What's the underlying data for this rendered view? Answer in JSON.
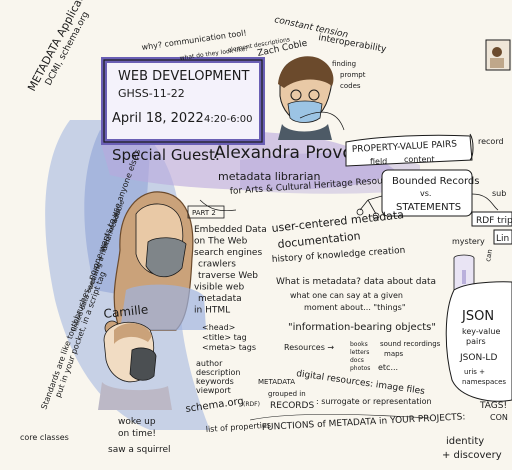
{
  "colors": {
    "paper": "#f9f6ee",
    "ink": "#1b1b1b",
    "blue_pencil": "#7a93cf",
    "purple_pencil": "#8b7bc4",
    "lilac_pencil": "#b9a9de",
    "skin": "#e9c9a6",
    "hair_brown": "#6b4a2c",
    "hair_light": "#caa27a",
    "mask_grey": "#7f8589",
    "mask_blue": "#9cc4e4",
    "lips_red": "#d9534f"
  },
  "header": {
    "maps_line1": "METADATA Application Profiles (MAPs)",
    "maps_line2": "DCMI, schema.org",
    "why_note": "why? communication tool!",
    "what_look": "what do they look like?",
    "element_desc": "element descriptions",
    "constant_tension": "constant tension",
    "interop": "interoperability",
    "zach": "Zach Coble",
    "finding": "finding",
    "prompt": "prompt",
    "codes": "codes"
  },
  "board": {
    "line1": "WEB DEVELOPMENT",
    "line2": "GHSS-11-22",
    "date": "April 18, 2022",
    "time": "4:20-6:00"
  },
  "guest": {
    "label": "Special Guest:",
    "name": "Alexandra Provo",
    "role": "metadata librarian",
    "dept": "for Arts & Cultural Heritage Resources"
  },
  "left_vertical": {
    "standards": "Standards are like toothbrushes... no one wants to use anyone else's",
    "put_in": "put in your pocket, in a script tag",
    "core": "core classes",
    "linked": "linked data uses URI → \"Web\" of data",
    "human": "wearing a human-readable"
  },
  "part2": {
    "tag": "PART 2",
    "lines": [
      "Embedded Data",
      "on The Web",
      "search engines",
      "crawlers",
      "traverse Web",
      "visible web",
      "metadata",
      "in HTML"
    ],
    "head_tags": [
      "<head>",
      "<title> tag",
      "<meta> tags"
    ],
    "meta_fields": [
      "author",
      "description",
      "keywords",
      "viewport"
    ],
    "schema": "schema.org",
    "list_props": "list of properties",
    "rdf_note": "(RDF)"
  },
  "people": {
    "camille": "Camille",
    "woke_up": "woke up",
    "on_time": "on time!",
    "squirrel": "saw a squirrel"
  },
  "pv_box": {
    "title": "PROPERTY-VALUE PAIRS",
    "field": "field",
    "content": "content",
    "record": "record"
  },
  "bounded": {
    "top": "Bounded Records",
    "vs": "vs.",
    "bottom": "STATEMENTS"
  },
  "right_edge": {
    "rdf": "RDF trip",
    "lin": "Lin",
    "sub": "sub",
    "mystery": "mystery",
    "can": "can",
    "json_title": "JSON",
    "json_kv": "key-value",
    "json_pairs": "pairs",
    "jsonld": "JSON-LD",
    "uris": "uris +",
    "namespaces": "namespaces",
    "tags": "TAGS!",
    "con": "CON"
  },
  "center_notes": {
    "ucm1": "user-centered metadata",
    "ucm2": "documentation",
    "hist": "history of knowledge creation",
    "what_is": "What is metadata? data about data",
    "what_one": "what one can say at a given",
    "moment": "moment about... \"things\"",
    "info_bearing": "\"information-bearing objects\"",
    "resources": "Resources →",
    "books": "books",
    "letters": "letters",
    "docs": "docs",
    "photos": "photos",
    "sound": "sound recordings",
    "maps": "maps",
    "etc": "etc...",
    "digital": "digital resources: image files",
    "metadata_label": "METADATA",
    "grouped": "grouped in",
    "records": "RECORDS",
    "surrogate": ": surrogate or representation",
    "functions": "FUNCTIONS of METADATA in YOUR PROJECTS:",
    "identity": "identity",
    "discovery": "+ discovery"
  }
}
